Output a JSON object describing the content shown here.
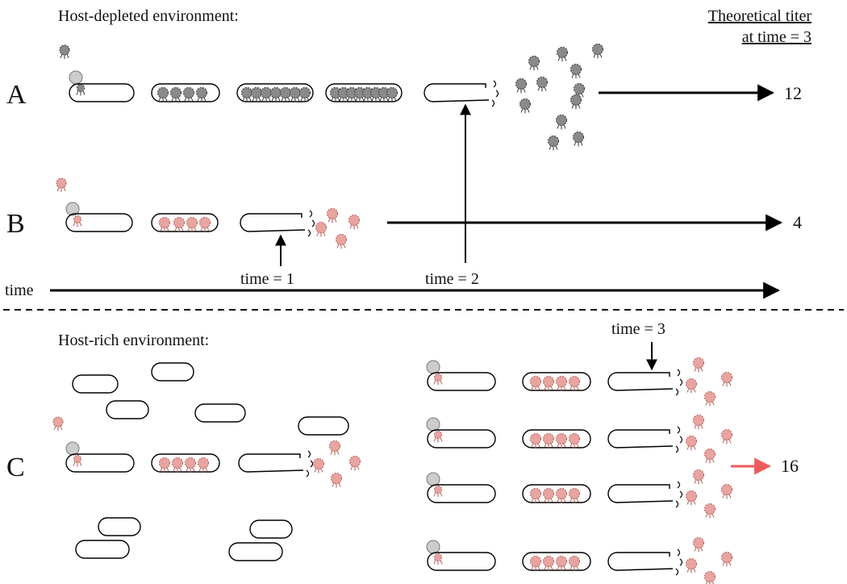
{
  "upper_heading": "Host-depleted environment:",
  "lower_heading": "Host-rich environment:",
  "titer_heading": {
    "line1": "Theoretical titer",
    "line2": "at time = 3"
  },
  "rows": {
    "a": {
      "label": "A",
      "titer": "12"
    },
    "b": {
      "label": "B",
      "titer": "4"
    },
    "c": {
      "label": "C",
      "titer": "16"
    }
  },
  "timeline": {
    "axis_label": "time",
    "marker_1": "time = 1",
    "marker_2": "time = 2",
    "marker_3": "time = 3"
  },
  "colors": {
    "phage_a": "#8a8a8a",
    "phage_b": "#e8a4a0",
    "phage_outline_a": "#333333",
    "phage_outline_b": "#b55a55",
    "c_arrow": "#ef5b5b",
    "adsorbed": "#cccccc"
  }
}
